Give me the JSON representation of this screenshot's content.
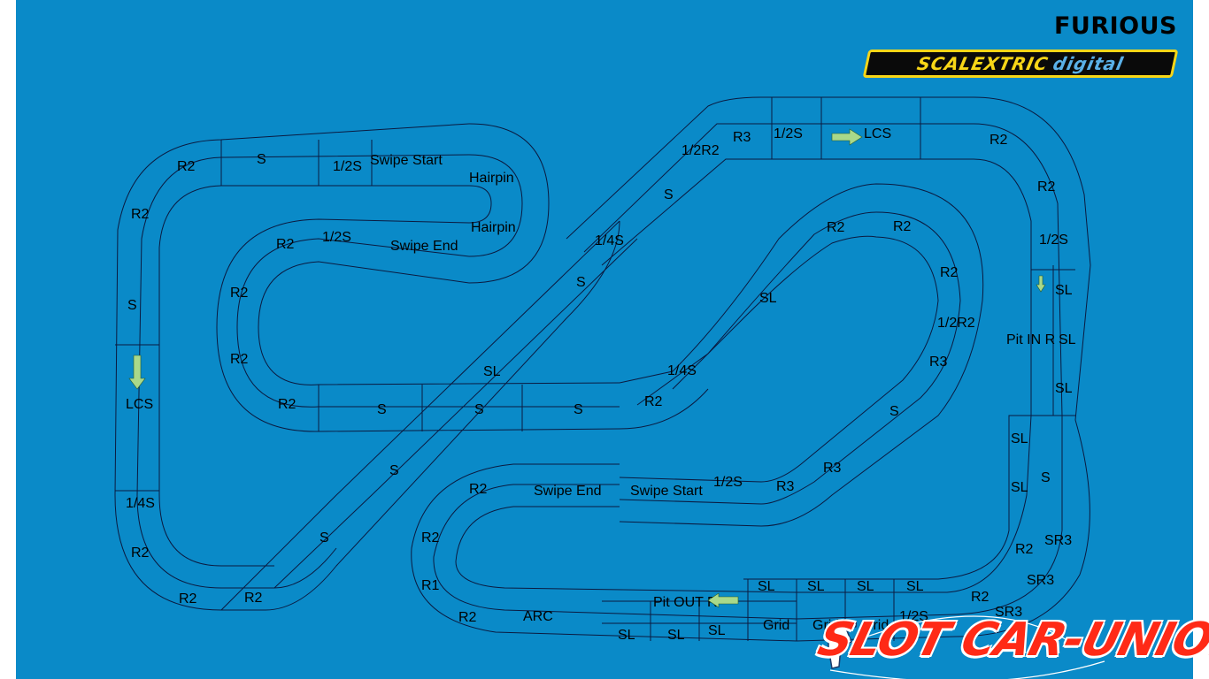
{
  "colors": {
    "plan_background": "#0a8ac8",
    "track_outline": "#0b1a40",
    "arrow": "#a9d98a",
    "brand_yellow": "#f7d617",
    "brand_red": "#ff2a16"
  },
  "header": {
    "title": "FURIOUS",
    "brand_main": "SCALEXTRIC",
    "brand_sub": "digital"
  },
  "footer_logo": {
    "text": "SLOT CAR-UNION"
  },
  "icons": [
    "direction-arrow-icon",
    "controller-hand-icon"
  ],
  "track_labels": {
    "r2_left_top": "R2",
    "s_top_left": "S",
    "half_s_top_left": "1/2S",
    "swipe_start_top": "Swipe Start",
    "hairpin_top": "Hairpin",
    "r2_left_upper": "R2",
    "r2_inner_upper": "R2",
    "half_s_inner": "1/2S",
    "swipe_end_inner": "Swipe End",
    "hairpin_bottom": "Hairpin",
    "s_left_side": "S",
    "r2_inner_left_a": "R2",
    "r2_inner_left_b": "R2",
    "lcs_left": "LCS",
    "r2_inner_bottom": "R2",
    "s_mid_1": "S",
    "s_mid_2": "S",
    "s_mid_3": "S",
    "r2_mid_end": "R2",
    "quarter_s_left": "1/4S",
    "r2_left_lower": "R2",
    "r2_bottom_left_a": "R2",
    "r2_bottom_left_b": "R2",
    "s_diag_low": "S",
    "s_diag_mid": "S",
    "sl_diag": "SL",
    "s_diag_up": "S",
    "quarter_s_diag": "1/4S",
    "s_diag_top": "S",
    "half_r2_top": "1/2R2",
    "r3_top": "R3",
    "half_s_top": "1/2S",
    "lcs_top": "LCS",
    "r2_top_right": "R2",
    "r2_right_upper": "R2",
    "half_s_right": "1/2S",
    "sl_right_1": "SL",
    "pit_in": "Pit IN R",
    "sl_right_2": "SL",
    "sl_right_3": "SL",
    "r2_inner_top_a": "R2",
    "r2_inner_top_b": "R2",
    "r2_inner_right": "R2",
    "sl_inner_diag": "SL",
    "half_r2_inner": "1/2R2",
    "r3_inner": "R3",
    "quarter_s_inner": "1/4S",
    "s_inner_diag": "S",
    "r3_lower_a": "R3",
    "r3_lower_b": "R3",
    "half_s_lower": "1/2S",
    "swipe_start_lower": "Swipe Start",
    "swipe_end_lower": "Swipe End",
    "r2_lower_left": "R2",
    "r2_lower_left_b": "R2",
    "r1_lower": "R1",
    "r2_bottom": "R2",
    "arc_bottom": "ARC",
    "sl_bottom_1": "SL",
    "sl_bottom_2": "SL",
    "sl_bottom_3": "SL",
    "pit_out": "Pit OUT R",
    "grid_1": "Grid",
    "grid_2": "Grid",
    "grid_3": "Grid",
    "half_s_bottom": "1/2S",
    "sl_pit_1": "SL",
    "sl_pit_2": "SL",
    "sl_pit_3": "SL",
    "sl_pit_4": "SL",
    "r2_bottom_right": "R2",
    "sr3_1": "SR3",
    "sr3_2": "SR3",
    "sr3_3": "SR3",
    "r2_right_lower": "R2",
    "sl_right_lower_1": "SL",
    "sl_right_lower_2": "SL",
    "s_right_lower": "S"
  }
}
